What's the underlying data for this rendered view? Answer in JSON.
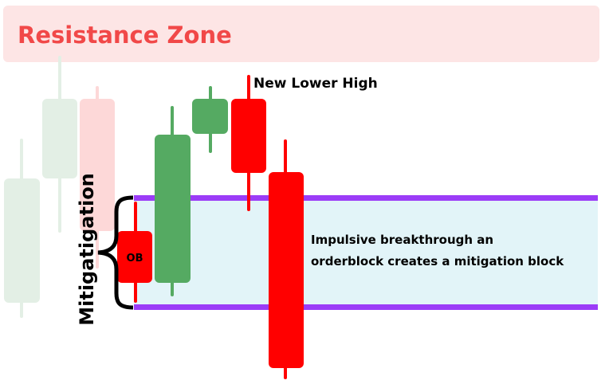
{
  "resistance_zone": {
    "label": "Resistance Zone",
    "fill": "#fde5e5",
    "text_color": "#f14848"
  },
  "annotations": {
    "new_lower_high": "New Lower High",
    "ob": "OB",
    "mitigation_vertical": "Mitigatigation",
    "explanation_line1": "Impulsive breakthrough an",
    "explanation_line2": "orderblock creates a mitigation block"
  },
  "colors": {
    "bull": "#55aa62",
    "bear": "#ff0000",
    "bull_faded": "#e3efe5",
    "bear_faded": "#fdd8d8",
    "zone_line": "#9b3cf7",
    "zone_fill": "#e2f4f8"
  }
}
